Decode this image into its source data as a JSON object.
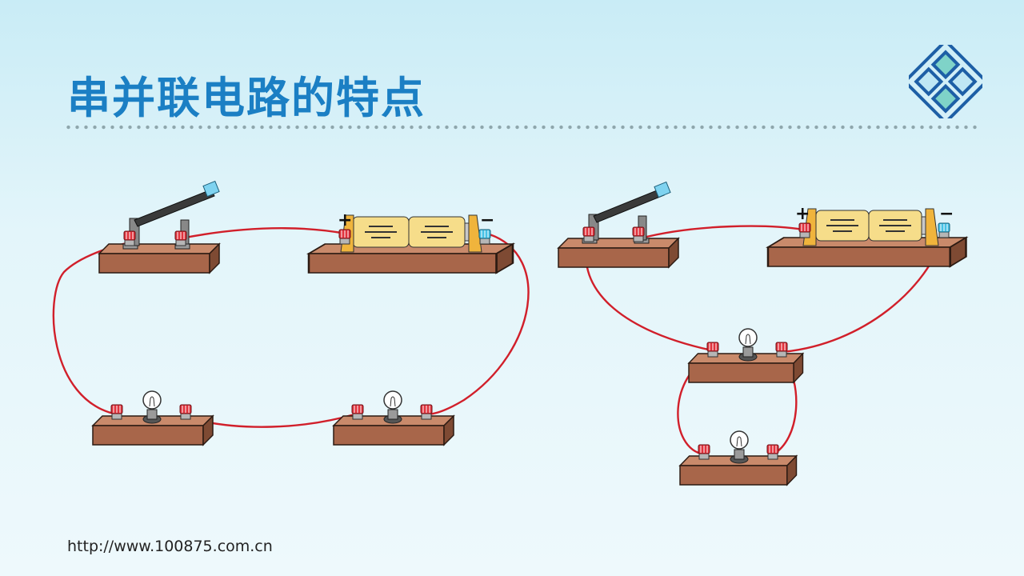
{
  "slide": {
    "title": "串并联电路的特点",
    "footer_url": "http://www.100875.com.cn"
  },
  "battery": {
    "positive_sign": "+",
    "negative_sign": "−"
  },
  "colors": {
    "title": "#1b7fc4",
    "wire": "#d11f2a",
    "board": "#a8664a",
    "terminal": "#e0323c",
    "battery_body": "#f6dd8a",
    "bracket": "#f0b43c",
    "negative_terminal": "#46c1e6"
  },
  "icons": {
    "logo": "diamond-tiles-logo",
    "switch": "knife-switch",
    "battery": "battery-cells",
    "bulb": "light-bulb"
  },
  "circuits": [
    {
      "name": "series-circuit",
      "components": [
        "switch",
        "battery",
        "bulb",
        "bulb"
      ]
    },
    {
      "name": "parallel-circuit",
      "components": [
        "switch",
        "battery",
        "bulb",
        "bulb"
      ]
    }
  ]
}
